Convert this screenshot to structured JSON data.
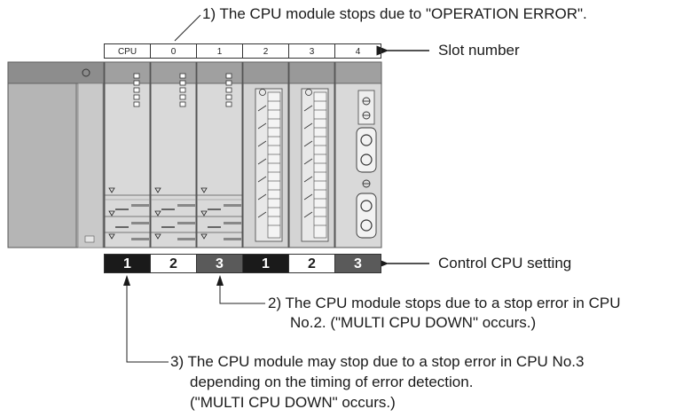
{
  "annotations": {
    "note1": "1) The CPU module stops due to \"OPERATION ERROR\".",
    "slot_number": "Slot number",
    "control_cpu_setting": "Control CPU setting",
    "note2_line1": "2) The CPU module stops due to a stop error in CPU",
    "note2_line2": "No.2. (\"MULTI CPU DOWN\" occurs.)",
    "note3_line1": "3) The CPU module may stop due to a stop error in CPU No.3",
    "note3_line2": "depending on the timing of error detection.",
    "note3_line3": "(\"MULTI CPU DOWN\" occurs.)"
  },
  "slots": [
    "CPU",
    "0",
    "1",
    "2",
    "3",
    "4"
  ],
  "control_cpu": [
    {
      "value": "1",
      "color": "#1a1a1a",
      "text_color": "#ffffff"
    },
    {
      "value": "2",
      "color": "#ffffff",
      "text_color": "#1a1a1a"
    },
    {
      "value": "3",
      "color": "#5a5a5a",
      "text_color": "#ffffff"
    },
    {
      "value": "1",
      "color": "#1a1a1a",
      "text_color": "#ffffff"
    },
    {
      "value": "2",
      "color": "#ffffff",
      "text_color": "#1a1a1a"
    },
    {
      "value": "3",
      "color": "#5a5a5a",
      "text_color": "#ffffff"
    }
  ]
}
